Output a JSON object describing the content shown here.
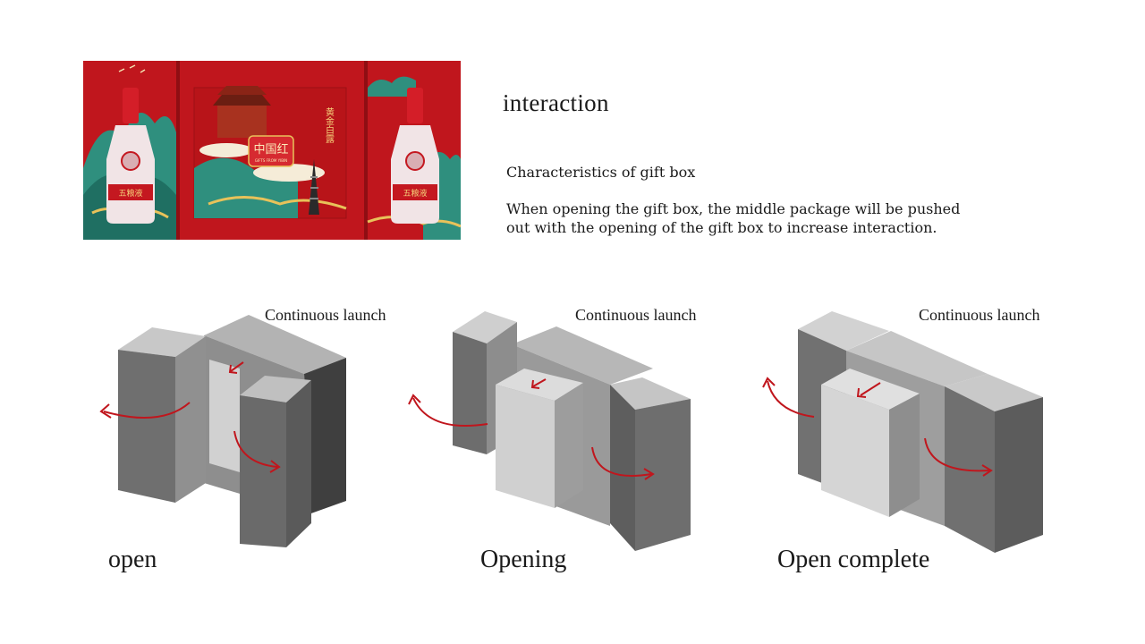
{
  "header": {
    "title": "interaction",
    "subtitle": "Characteristics of gift box",
    "description_lines": [
      "When opening the gift box, the middle package will be pushed",
      "out with the opening of the gift box to increase interaction."
    ]
  },
  "gift_box": {
    "brand_title": "中国红",
    "brand_subtitle": "GIFTS FROM YIBIN",
    "vertical_text": "黄金白露",
    "bottle_label": "五粮液",
    "colors": {
      "box_red": "#c0161d",
      "gold": "#e8c25a",
      "mountain_green": "#2f8f7e"
    }
  },
  "stages": [
    {
      "label": "open",
      "caption": "Continuous launch"
    },
    {
      "label": "Opening",
      "caption": "Continuous launch"
    },
    {
      "label": "Open complete",
      "caption": "Continuous launch"
    }
  ],
  "colors": {
    "arrow": "#c0161d",
    "face_light": "#d3d3d3",
    "face_mid": "#a9a9a9",
    "face_dark": "#6f6f6f"
  }
}
